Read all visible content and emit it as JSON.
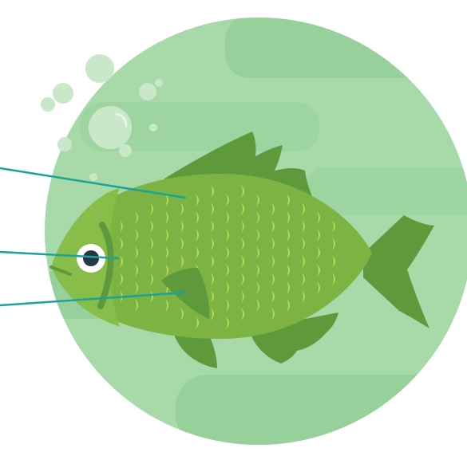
{
  "diagram": {
    "subject": "fish",
    "callouts": [
      {
        "id": "scales",
        "label": ""
      },
      {
        "id": "eye",
        "label": ""
      },
      {
        "id": "fin",
        "label": ""
      }
    ]
  },
  "colors": {
    "background": "#ffffff",
    "water_circle": "#a7d9a9",
    "water_bands": "#98d09c",
    "bubble_fill": "#c8e8c9",
    "fish_body": "#7cb342",
    "fish_body_shade": "#6aa63a",
    "fish_fins": "#5e9a3c",
    "scale_color": "#b5dd4f",
    "eye_white": "#ffffff",
    "pupil": "#263747",
    "callout_line": "#1aa39a"
  },
  "icons": [
    "fish-icon",
    "bubble-icon"
  ]
}
